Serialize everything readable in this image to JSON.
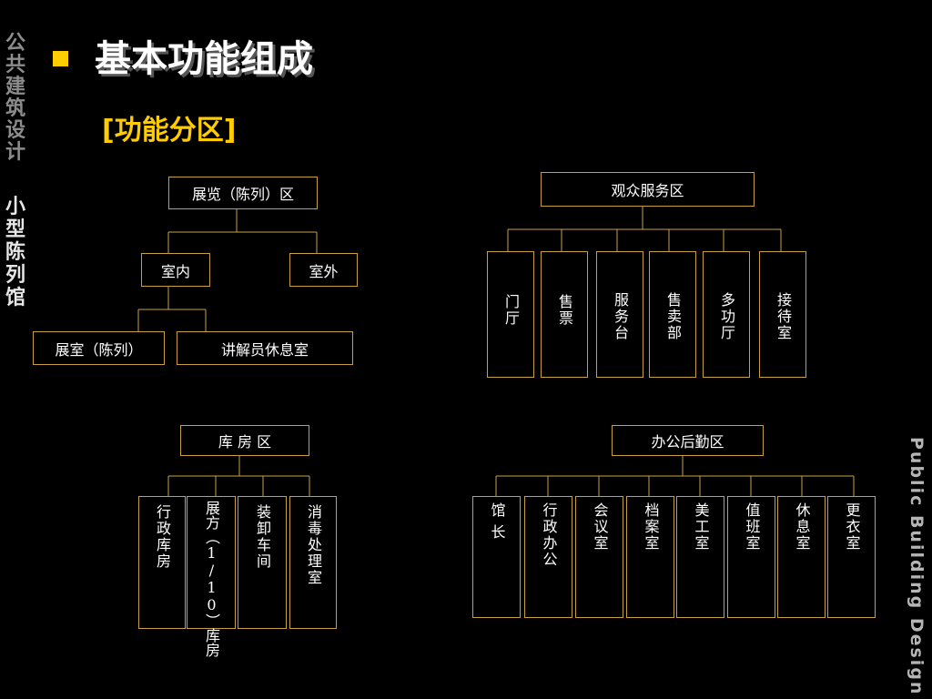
{
  "sidebar": {
    "title": "公共建筑设计",
    "subtitle": "小型陈列馆"
  },
  "header": {
    "title": "基本功能组成",
    "subtitle": "[功能分区]"
  },
  "brand": "Public Building Design",
  "colors": {
    "accent": "#ffcc00",
    "box_border": "#c8a040",
    "background": "#000000"
  },
  "icons": {
    "bullet": "square-bullet-icon"
  },
  "zones": {
    "exhibition": {
      "label": "展览（陈列）区",
      "indoor": "室内",
      "outdoor": "室外",
      "room": "展室（陈列）",
      "guide_lounge": "讲解员休息室"
    },
    "audience": {
      "label": "观众服务区",
      "items": [
        "门厅",
        "售票",
        "服务台",
        "售卖部",
        "多功厅",
        "接待室"
      ]
    },
    "storage": {
      "label": "库 房 区",
      "items": [
        "行政库房",
        "展方（1/10）库房",
        "装卸车间",
        "消毒处理室"
      ]
    },
    "office": {
      "label": "办公后勤区",
      "items": [
        "馆长",
        "行政办公",
        "会议室",
        "档案室",
        "美工室",
        "值班室",
        "休息室",
        "更衣室"
      ]
    }
  }
}
